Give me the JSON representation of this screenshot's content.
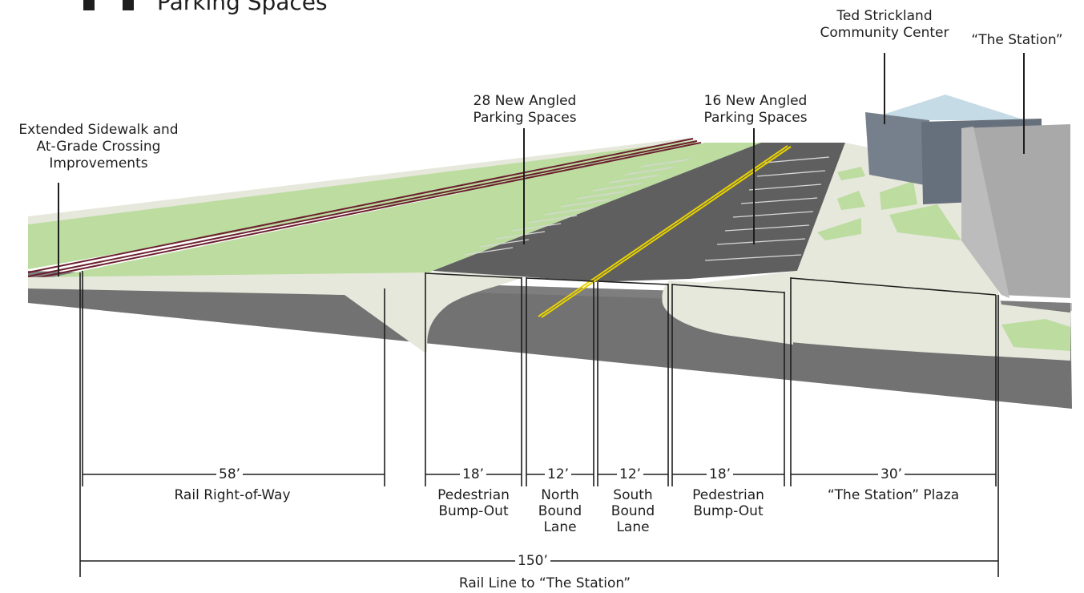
{
  "title": {
    "text": "Parking Spaces"
  },
  "callouts": {
    "extended_sidewalk": "Extended Sidewalk and\nAt-Grade Crossing\nImprovements",
    "parking_28": "28 New Angled\nParking Spaces",
    "parking_16": "16 New Angled\nParking Spaces",
    "community_center": "Ted Strickland\nCommunity Center",
    "the_station": "“The Station”"
  },
  "dimensions": [
    {
      "value": "58’",
      "label": "Rail Right-of-Way"
    },
    {
      "value": "18’",
      "label": "Pedestrian\nBump-Out"
    },
    {
      "value": "12’",
      "label": "North\nBound\nLane"
    },
    {
      "value": "12’",
      "label": "South\nBound\nLane"
    },
    {
      "value": "18’",
      "label": "Pedestrian\nBump-Out"
    },
    {
      "value": "30’",
      "label": "“The Station” Plaza"
    }
  ],
  "total": {
    "value": "150’",
    "label": "Rail Line to “The Station”"
  },
  "colors": {
    "grass": "#bcdca0",
    "asphalt": "#707070",
    "road": "#5f5f5f",
    "sidewalk": "#e6e8dc",
    "rail": "#6b1f2e",
    "centerline": "#e8d200",
    "building": "#76808c",
    "station_building": "#a9a9a9",
    "roof": "#c5dbe6"
  }
}
